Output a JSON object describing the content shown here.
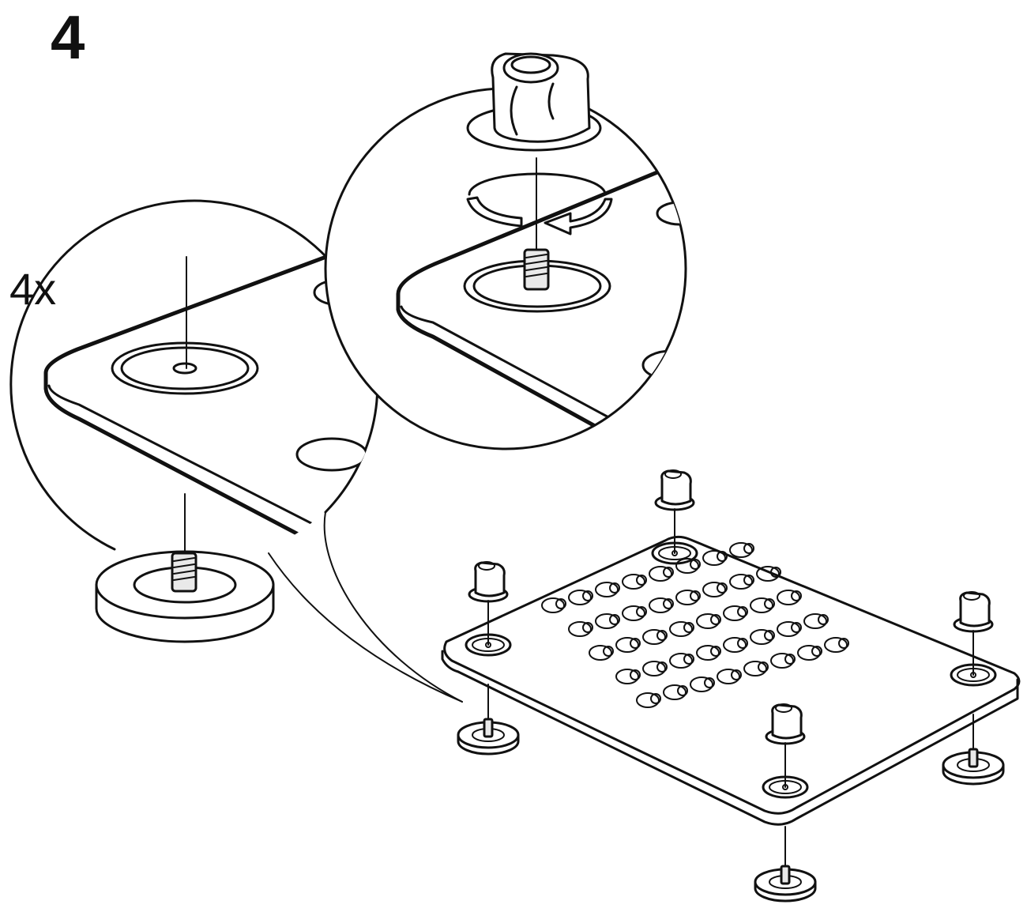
{
  "step": {
    "number": "4"
  },
  "quantity": {
    "label": "4x"
  },
  "detail_views": {
    "left": {
      "subject": "foot-thread-through-plate-hole"
    },
    "right": {
      "subject": "knob-screw-onto-thread",
      "rotation": "clockwise"
    }
  },
  "assembly": {
    "plate_keyhole_slots": 40,
    "foot_count": 4
  },
  "colors": {
    "line": "#111111",
    "background": "#ffffff",
    "shade": "#e9e9e9"
  }
}
